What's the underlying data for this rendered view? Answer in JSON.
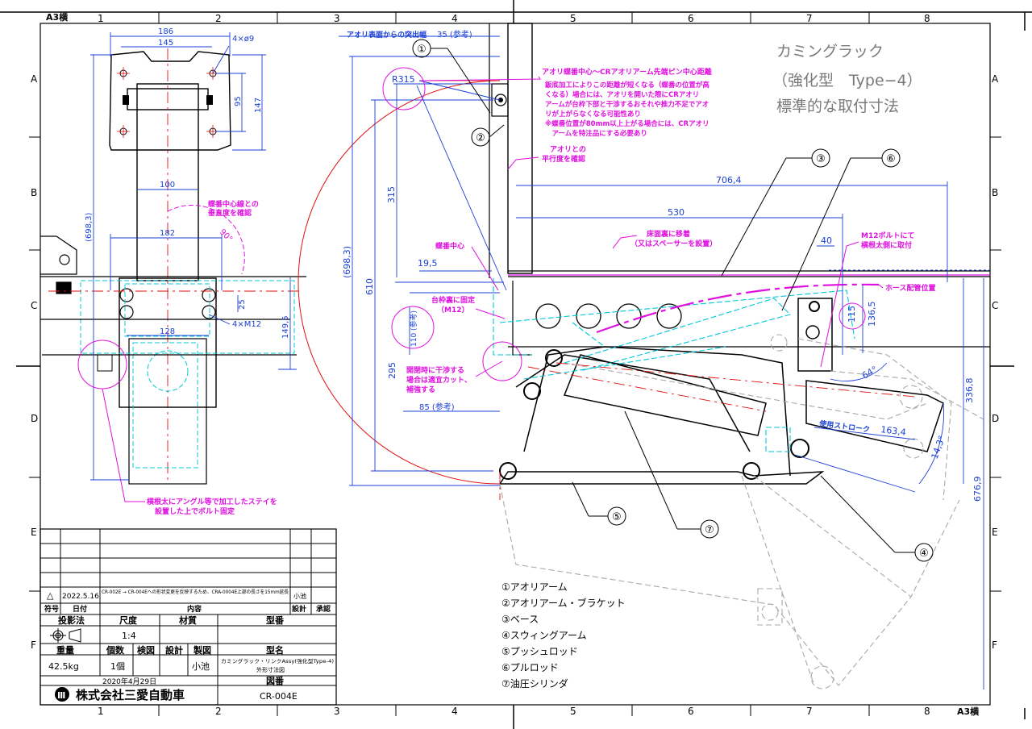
{
  "sheet": {
    "size_label": "A3横",
    "size_label_bottom": "A3横",
    "columns": [
      "1",
      "2",
      "3",
      "4",
      "5",
      "6",
      "7",
      "8"
    ],
    "rows": [
      "A",
      "B",
      "C",
      "D",
      "E",
      "F"
    ]
  },
  "title_block_heading": {
    "line1": "カミングラック",
    "line2": "（強化型　Type−4）",
    "line3": "標準的な取付寸法"
  },
  "front_view": {
    "dims": {
      "w186": "186",
      "w145": "145",
      "holes": "4×ø9",
      "h95": "95",
      "h147": "147",
      "w100": "100",
      "h698": "(698,3)",
      "w182": "182",
      "w128": "128",
      "bolts": "4×M12",
      "h25": "25",
      "h149": "149,5",
      "angle90": "90°"
    },
    "notes": {
      "hinge_vertical": "蝶番中心線との\n垂直度を確認",
      "angle_stay": "横根太にアングル等で加工したステイを\n設置した上でボルト固定"
    }
  },
  "side_view": {
    "dims": {
      "protrusion": "アオリ表面からの突出幅",
      "protrusion_val": "35 (参考)",
      "r315": "R315",
      "h315": "315",
      "h698": "(698,3)",
      "h610": "610",
      "w19": "19,5",
      "h110": "110 (参考)",
      "h295": "295",
      "w85": "85 (参考)",
      "w706": "706,4",
      "w530": "530",
      "w40": "40",
      "h115": "115",
      "h136": "136,5",
      "h336": "336,8",
      "h676": "676,9",
      "a64": "64°",
      "stroke_label": "使用ストローク",
      "stroke_val": "163,4",
      "a14": "14,3°"
    },
    "notes": {
      "hinge_note_title": "アオリ蝶番中心〜CRアオリアーム先端ピン中心距離",
      "hinge_note_body": "鈑底加工によりこの距離が短くなる（蝶番の位置が高\nくなる）場合には、アオリを開いた際にCRアオリ\nアームが台枠下部と干渉するおそれや推力不足でアオ\nリが上がらなくなる可能性あり\n※蝶番位置が80mm以上上がる場合には、CRアオリ\n　アームを特注品にする必要あり",
      "parallel": "アオリとの\n平行度を確認",
      "floor": "床面裏に移着\n（又はスペーサーを設置）",
      "m12bolt": "M12ボルトにて\n横根太側に取付",
      "hose": "ホース配管位置",
      "hinge_center": "蝶番中心",
      "frame_fix": "台枠裏に固定\n（M12）",
      "interference": "開閉時に干渉する\n場合は適宜カット、\n補強する"
    },
    "callouts": [
      "①",
      "②",
      "③",
      "④",
      "⑤",
      "⑥",
      "⑦"
    ]
  },
  "parts_legend": [
    "①アオリアーム",
    "②アオリアーム・ブラケット",
    "③ベース",
    "④スウィングアーム",
    "⑤プッシュロッド",
    "⑥プルロッド",
    "⑦油圧シリンダ"
  ],
  "title_block": {
    "revision_mark": "△",
    "revision_date": "2022.5.16",
    "revision_text": "CR-002E → CR-004Eへの形状変更を反映するため、CRA-0004E上部の長さを15mm延長",
    "revision_person": "小池",
    "h_mark": "符号",
    "h_date": "日付",
    "h_content": "内容",
    "h_design": "設計",
    "h_approve": "承認",
    "h_projection": "投影法",
    "h_scale": "尺度",
    "h_material": "材質",
    "h_model": "型番",
    "scale": "1:4",
    "h_weight": "重量",
    "h_qty": "個数",
    "h_inspect": "検図",
    "h_designer": "設計",
    "h_drawer": "製図",
    "h_name": "型名",
    "weight": "42.5kg",
    "qty": "1個",
    "drawer": "小池",
    "name_line1": "カミングラック・リンクAssy(強化型Type-4)",
    "name_line2": "外形寸法図",
    "date": "2020年4月29日",
    "h_drawing_no": "図番",
    "company": "株式会社三愛自動車",
    "drawing_no": "CR-004E"
  },
  "colors": {
    "line": "#000000",
    "dim": "#1a3fd6",
    "note": "#e010e0",
    "arc": "#e01010",
    "cyan": "#00c8d8",
    "ghost": "#a8a8a8"
  }
}
